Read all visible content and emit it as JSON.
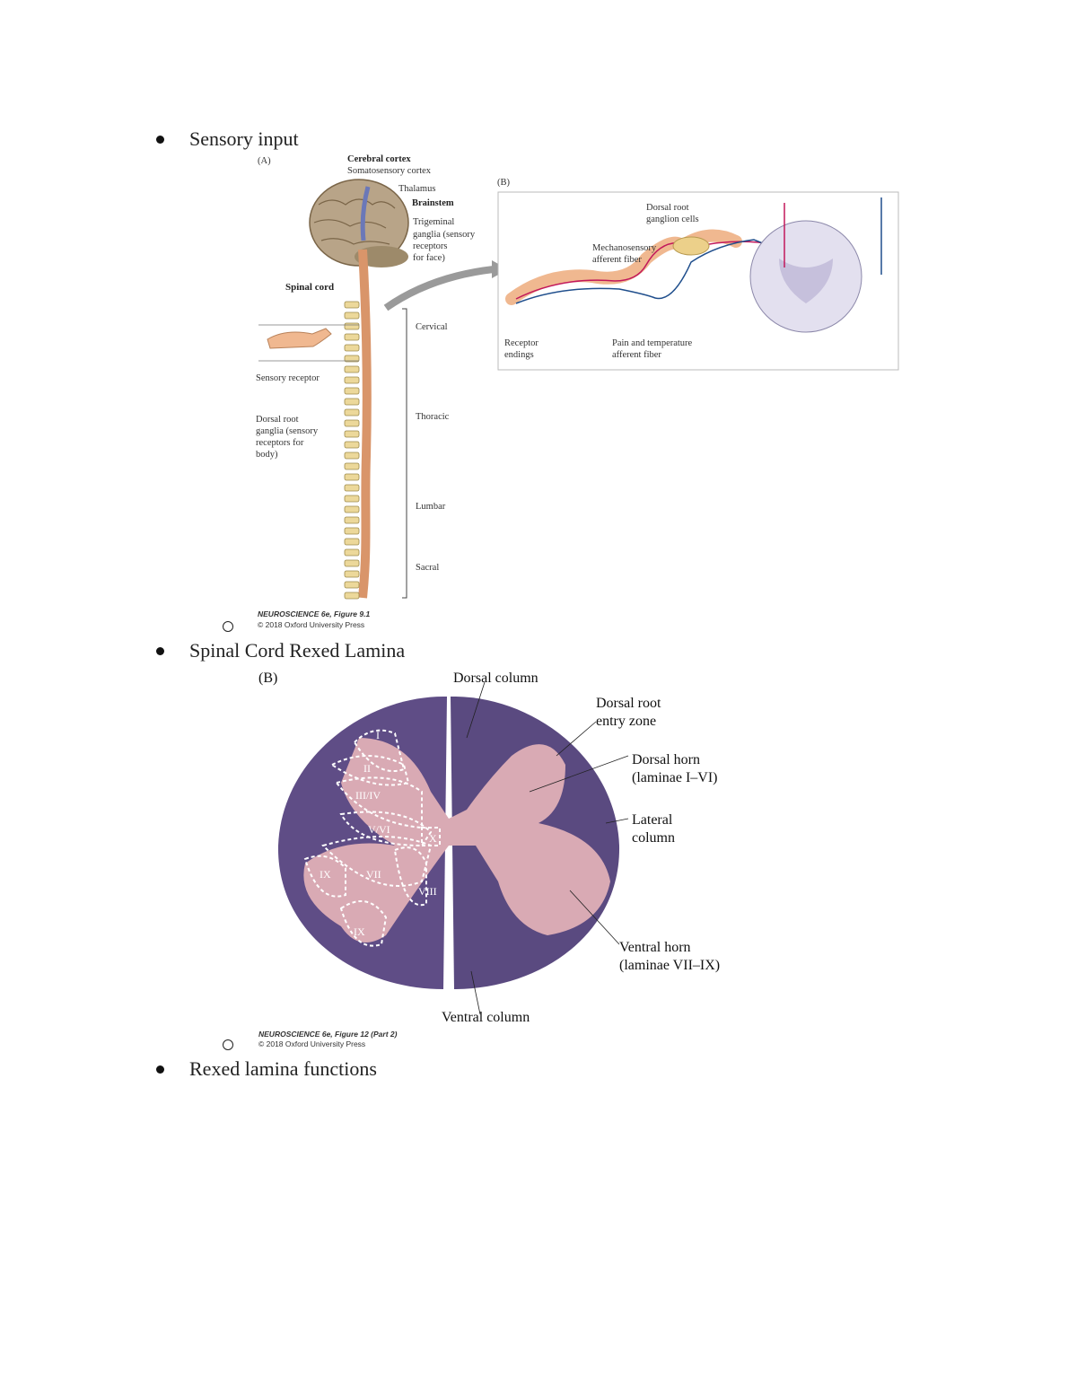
{
  "bullets": {
    "b1": "Sensory input",
    "b2": "Spinal Cord Rexed Lamina",
    "b3": "Rexed lamina functions"
  },
  "fig1": {
    "panel_a": "(A)",
    "panel_b": "(B)",
    "cerebral_cortex": "Cerebral cortex",
    "somatosensory_cortex": "Somatosensory cortex",
    "thalamus": "Thalamus",
    "brainstem": "Brainstem",
    "trigeminal": [
      "Trigeminal",
      "ganglia (sensory",
      "receptors",
      "for face)"
    ],
    "spinal_cord": "Spinal cord",
    "cervical": "Cervical",
    "thoracic": "Thoracic",
    "lumbar": "Lumbar",
    "sacral": "Sacral",
    "sensory_receptor": "Sensory receptor",
    "dorsal_root_ganglia": [
      "Dorsal root",
      "ganglia (sensory",
      "receptors for",
      "body)"
    ],
    "drg_cells": [
      "Dorsal root",
      "ganglion cells"
    ],
    "mechano": [
      "Mechanosensory",
      "afferent fiber"
    ],
    "receptor_endings": [
      "Receptor",
      "endings"
    ],
    "pain_temp": [
      "Pain and temperature",
      "afferent fiber"
    ],
    "credit_1": "NEUROSCIENCE 6e, Figure 9.1",
    "credit_2": "© 2018 Oxford University Press"
  },
  "fig2": {
    "panel": "(B)",
    "dorsal_column": "Dorsal column",
    "dorsal_root_entry": [
      "Dorsal root",
      "entry zone"
    ],
    "dorsal_horn": [
      "Dorsal horn",
      "(laminae I–VI)"
    ],
    "lateral_column": [
      "Lateral",
      "column"
    ],
    "ventral_horn": [
      "Ventral horn",
      "(laminae VII–IX)"
    ],
    "ventral_column": "Ventral column",
    "laminae": {
      "I": "I",
      "II": "II",
      "III_IV": "III/IV",
      "V_VI": "V/VI",
      "X": "X",
      "VII": "VII",
      "VIII": "VIII",
      "IX_a": "IX",
      "IX_b": "IX"
    },
    "credit_1": "NEUROSCIENCE 6e, Figure 12 (Part 2)",
    "credit_2": "© 2018 Oxford University Press"
  }
}
